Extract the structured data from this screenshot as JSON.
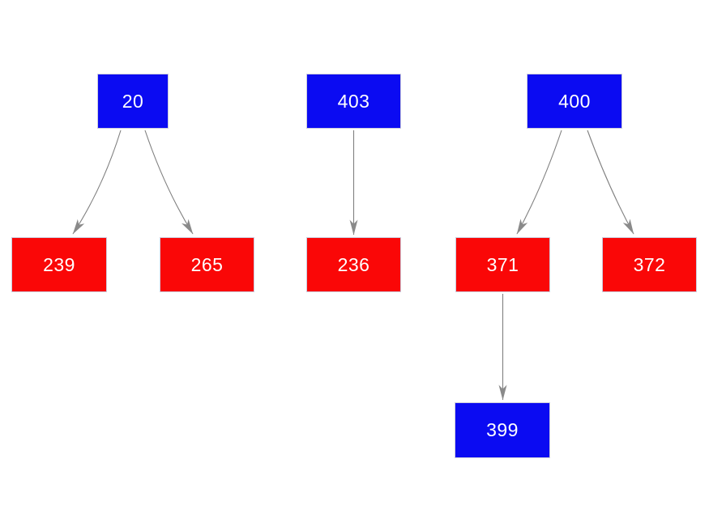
{
  "diagram": {
    "type": "tree-graph",
    "background_color": "#ffffff",
    "node_colors": {
      "blue": "#0b0bf2",
      "red": "#fa0707"
    },
    "edge_color": "#808080",
    "arrowhead_color": "#8a8a8a",
    "text_color": "#ffffff",
    "nodes": {
      "n20": {
        "label": "20",
        "color": "blue"
      },
      "n403": {
        "label": "403",
        "color": "blue"
      },
      "n400": {
        "label": "400",
        "color": "blue"
      },
      "n239": {
        "label": "239",
        "color": "red"
      },
      "n265": {
        "label": "265",
        "color": "red"
      },
      "n236": {
        "label": "236",
        "color": "red"
      },
      "n371": {
        "label": "371",
        "color": "red"
      },
      "n372": {
        "label": "372",
        "color": "red"
      },
      "n399": {
        "label": "399",
        "color": "blue"
      }
    },
    "edges": [
      {
        "from": "20",
        "to": "239"
      },
      {
        "from": "20",
        "to": "265"
      },
      {
        "from": "403",
        "to": "236"
      },
      {
        "from": "400",
        "to": "371"
      },
      {
        "from": "400",
        "to": "372"
      },
      {
        "from": "371",
        "to": "399"
      }
    ]
  }
}
